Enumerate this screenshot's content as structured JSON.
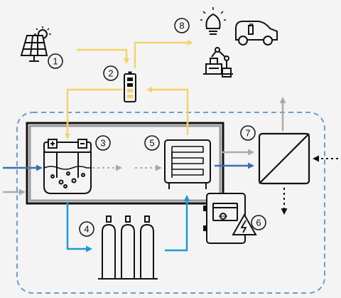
{
  "colors": {
    "background": "#f4f4f4",
    "energy_flow": "#f3d36b",
    "hydrogen_flow": "#1e9ad6",
    "power_out": "#3b6fb6",
    "gray_flow": "#aaaaaa",
    "boundary": "#6d9cc9",
    "line": "#111111"
  },
  "labels": {
    "n1": "1",
    "n2": "2",
    "n3": "3",
    "n4": "4",
    "n5": "5",
    "n6": "6",
    "n7": "7",
    "n8": "8"
  },
  "icons": {
    "solar": "solar-panel-with-sun-icon",
    "battery": "battery-icon",
    "electrolyzer": "electrolyzer-icon",
    "fuel_cell": "fuel-cell-icon",
    "storage": "hydrogen-cylinders-icon",
    "controller": "control-cabinet-icon",
    "converter": "power-converter-icon",
    "consumers": [
      "light-bulb-icon",
      "electric-car-icon",
      "industrial-robot-icon"
    ]
  }
}
